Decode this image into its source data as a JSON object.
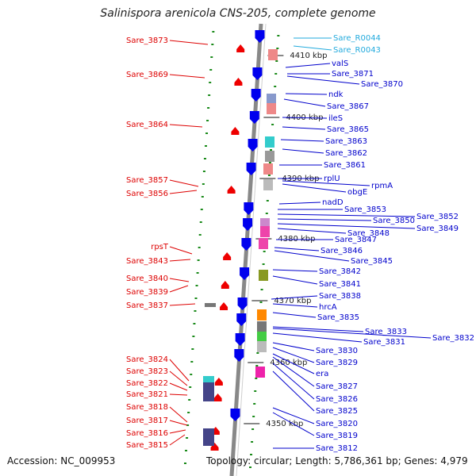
{
  "title": "Salinispora arenicola CNS-205, complete genome",
  "footer": {
    "accession": "Accession: NC_009953",
    "topology": "Topology: circular; Length: 5,786,361 bp; Genes: 4,979"
  },
  "colors": {
    "left_labels": "#dd0000",
    "right_labels": "#0000cc",
    "rna_labels": "#22aadd",
    "forward_genes": "#0000ee",
    "reverse_genes": "#ee0000",
    "backbone": "#888888"
  },
  "left_labels": [
    "Sare_3873",
    "Sare_3869",
    "Sare_3864",
    "Sare_3857",
    "Sare_3856",
    "rpsT",
    "Sare_3843",
    "Sare_3840",
    "Sare_3839",
    "Sare_3837",
    "Sare_3824",
    "Sare_3823",
    "Sare_3822",
    "Sare_3821",
    "Sare_3818",
    "Sare_3817",
    "Sare_3816",
    "Sare_3815"
  ],
  "right_labels": [
    "Sare_R0044",
    "Sare_R0043",
    "valS",
    "Sare_3871",
    "Sare_3870",
    "ndk",
    "Sare_3867",
    "ileS",
    "Sare_3865",
    "Sare_3863",
    "Sare_3862",
    "Sare_3861",
    "rplU",
    "rpmA",
    "obgE",
    "nadD",
    "Sare_3853",
    "Sare_3852",
    "Sare_3850",
    "Sare_3849",
    "Sare_3848",
    "Sare_3847",
    "Sare_3846",
    "Sare_3845",
    "Sare_3842",
    "Sare_3841",
    "Sare_3838",
    "hrcA",
    "Sare_3835",
    "Sare_3833",
    "Sare_3832",
    "Sare_3831",
    "Sare_3830",
    "Sare_3829",
    "era",
    "Sare_3827",
    "Sare_3826",
    "Sare_3825",
    "Sare_3820",
    "Sare_3819",
    "Sare_3812"
  ],
  "kbp_ticks": [
    "4410 kbp",
    "4400 kbp",
    "4390 kbp",
    "4380 kbp",
    "4370 kbp",
    "4360 kbp",
    "4350 kbp"
  ]
}
